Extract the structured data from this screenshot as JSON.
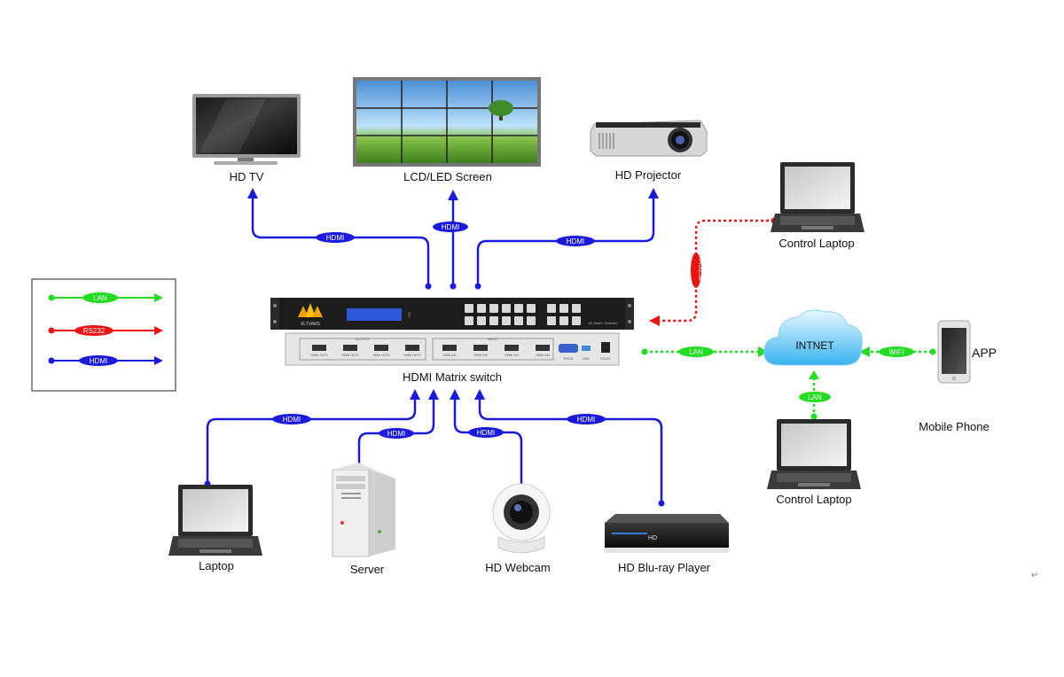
{
  "devices": {
    "hd_tv": "HD TV",
    "lcd_screen": "LCD/LED Screen",
    "projector": "HD Projector",
    "control_laptop_top": "Control Laptop",
    "control_laptop_bottom": "Control Laptop",
    "internet": "INTNET",
    "app": "APP",
    "mobile_phone": "Mobile Phone",
    "matrix": "HDMI Matrix switch",
    "laptop": "Laptop",
    "server": "Server",
    "webcam": "HD Webcam",
    "bluray": "HD Blu-ray Player"
  },
  "connections": {
    "hdmi": "HDMI",
    "lan": "LAN",
    "rs232": "RS232",
    "wifi": "WIFI"
  },
  "legend": [
    {
      "label": "LAN",
      "color": "#22dd22"
    },
    {
      "label": "RS232",
      "color": "#ee1111"
    },
    {
      "label": "HDMI",
      "color": "#1a1adf"
    }
  ],
  "colors": {
    "hdmi": "#1a1adf",
    "lan": "#22dd22",
    "rs232": "#ee1111"
  },
  "matrix_panel": {
    "brand": "XLTVARS",
    "output_group": "OUTPUT",
    "input_group": "INPUT",
    "outputs": [
      "HDMI OUT1",
      "HDMI OUT2",
      "HDMI OUT3",
      "HDMI OUT4"
    ],
    "inputs": [
      "HDMI IN1",
      "HDMI IN2",
      "HDMI IN3",
      "HDMI IN4"
    ],
    "rs232_port": "RS232",
    "usb_port": "USB",
    "power_port": "DC12V",
    "front_model": "4K Matrix Switcher"
  },
  "stray_mark": "↵"
}
